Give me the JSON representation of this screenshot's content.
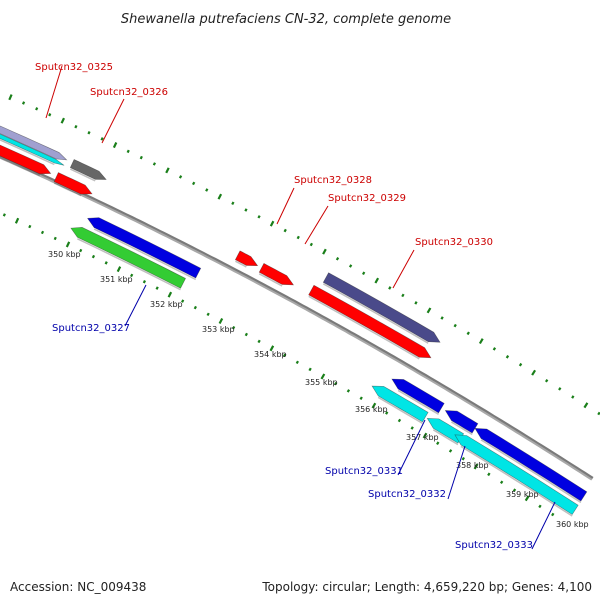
{
  "title": "Shewanella putrefaciens CN-32, complete genome",
  "footer": {
    "accession": "Accession: NC_009438",
    "summary": "Topology: circular; Length: 4,659,220 bp; Genes: 4,100"
  },
  "colors": {
    "backbone": "#888888",
    "tick": "#1a7f1a",
    "label_forward": "#cc0000",
    "label_reverse": "#0000aa",
    "red": "#ff0000",
    "gray": "#666666",
    "navy": "#4a4a8a",
    "cyan": "#00e5e5",
    "blue": "#0000e0",
    "green": "#33cc33",
    "lavender": "#a0a0d0"
  },
  "scale": {
    "labels": [
      "350 kbp",
      "351 kbp",
      "352 kbp",
      "353 kbp",
      "354 kbp",
      "355 kbp",
      "356 kbp",
      "357 kbp",
      "358 kbp",
      "359 kbp",
      "360 kbp"
    ]
  },
  "genes": [
    {
      "name": "Sputcn32_0325",
      "strand": "forward",
      "color": "lavender"
    },
    {
      "name": "Sputcn32_0326",
      "strand": "forward",
      "color": "gray"
    },
    {
      "name": "Sputcn32_0327",
      "strand": "reverse",
      "color": "green"
    },
    {
      "name": "Sputcn32_0328",
      "strand": "forward",
      "color": "red"
    },
    {
      "name": "Sputcn32_0329",
      "strand": "forward",
      "color": "red"
    },
    {
      "name": "Sputcn32_0330",
      "strand": "forward",
      "color": "navy"
    },
    {
      "name": "Sputcn32_0331",
      "strand": "reverse",
      "color": "cyan"
    },
    {
      "name": "Sputcn32_0332",
      "strand": "reverse",
      "color": "cyan"
    },
    {
      "name": "Sputcn32_0333",
      "strand": "reverse",
      "color": "cyan"
    }
  ]
}
